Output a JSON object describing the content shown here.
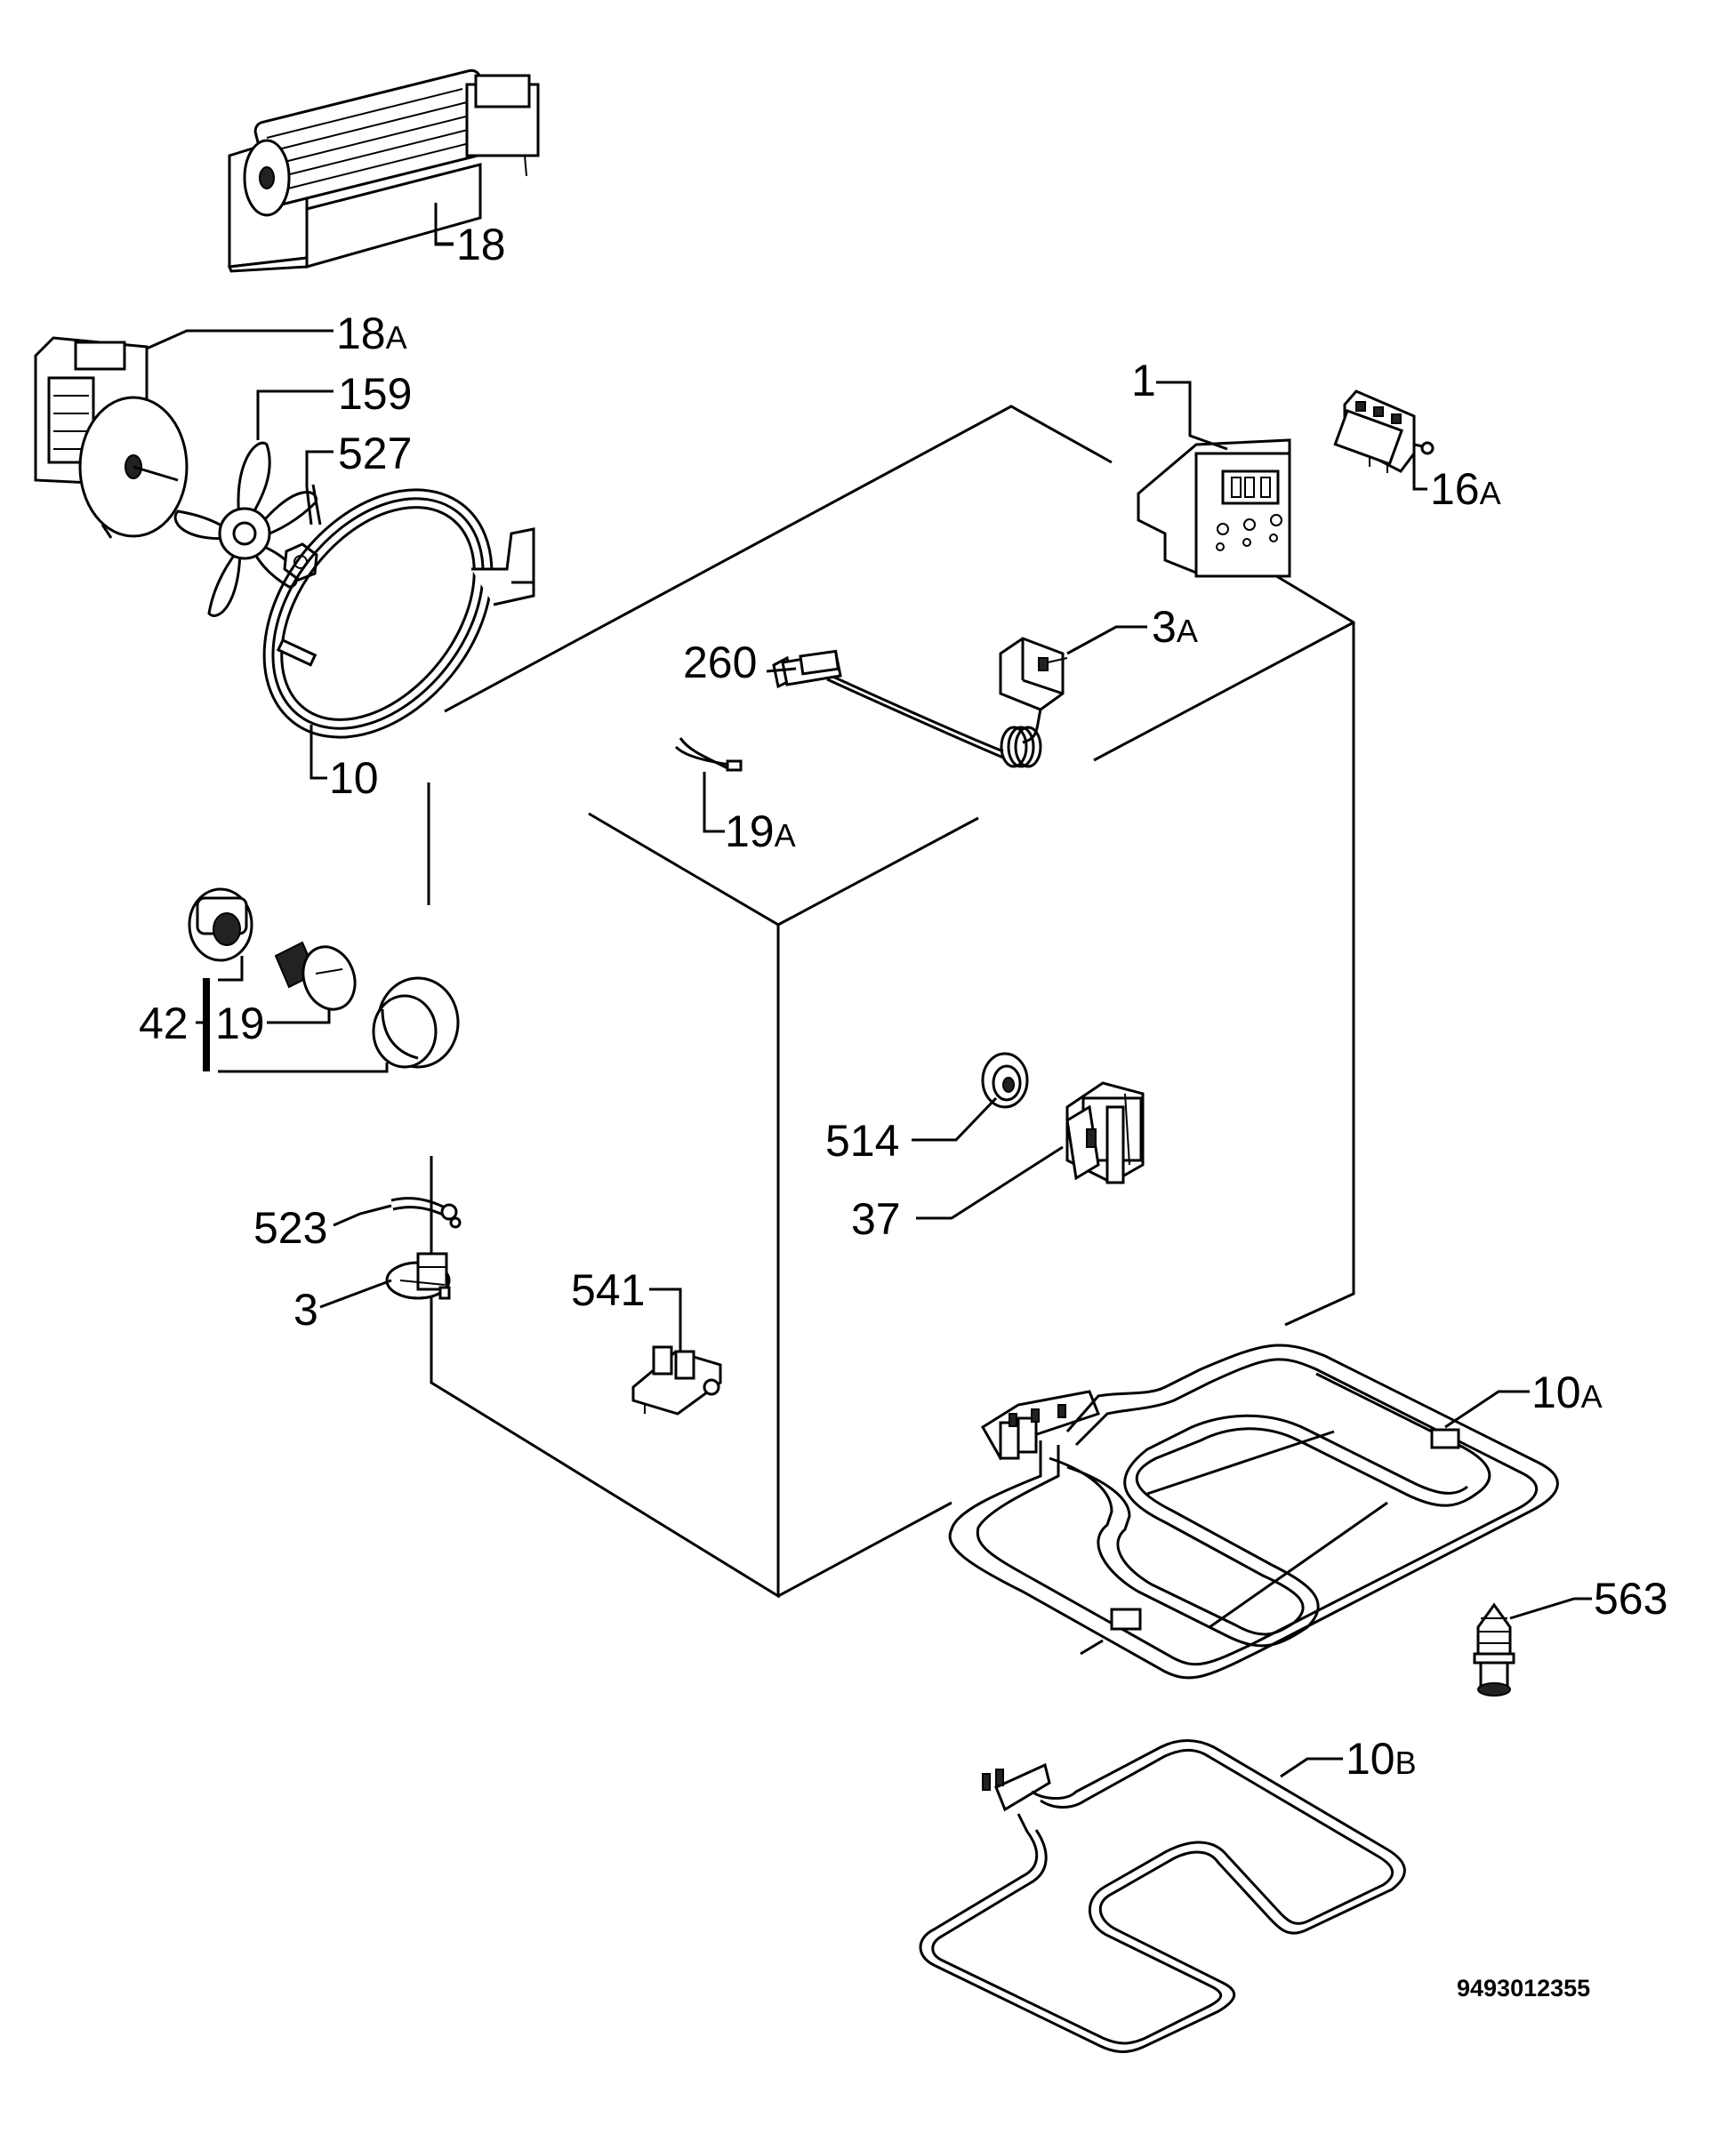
{
  "diagram": {
    "reference_number": "9493012355",
    "parts": [
      {
        "id": "18",
        "number": "18",
        "suffix": ""
      },
      {
        "id": "18A",
        "number": "18",
        "suffix": "A"
      },
      {
        "id": "159",
        "number": "159",
        "suffix": ""
      },
      {
        "id": "527",
        "number": "527",
        "suffix": ""
      },
      {
        "id": "10",
        "number": "10",
        "suffix": ""
      },
      {
        "id": "1",
        "number": "1",
        "suffix": ""
      },
      {
        "id": "16A",
        "number": "16",
        "suffix": "A"
      },
      {
        "id": "3A",
        "number": "3",
        "suffix": "A"
      },
      {
        "id": "260",
        "number": "260",
        "suffix": ""
      },
      {
        "id": "19A",
        "number": "19",
        "suffix": "A"
      },
      {
        "id": "42",
        "number": "42",
        "suffix": ""
      },
      {
        "id": "19",
        "number": "19",
        "suffix": ""
      },
      {
        "id": "514",
        "number": "514",
        "suffix": ""
      },
      {
        "id": "37",
        "number": "37",
        "suffix": ""
      },
      {
        "id": "523",
        "number": "523",
        "suffix": ""
      },
      {
        "id": "3",
        "number": "3",
        "suffix": ""
      },
      {
        "id": "541",
        "number": "541",
        "suffix": ""
      },
      {
        "id": "10A",
        "number": "10",
        "suffix": "A"
      },
      {
        "id": "563",
        "number": "563",
        "suffix": ""
      },
      {
        "id": "10B",
        "number": "10",
        "suffix": "B"
      }
    ]
  }
}
